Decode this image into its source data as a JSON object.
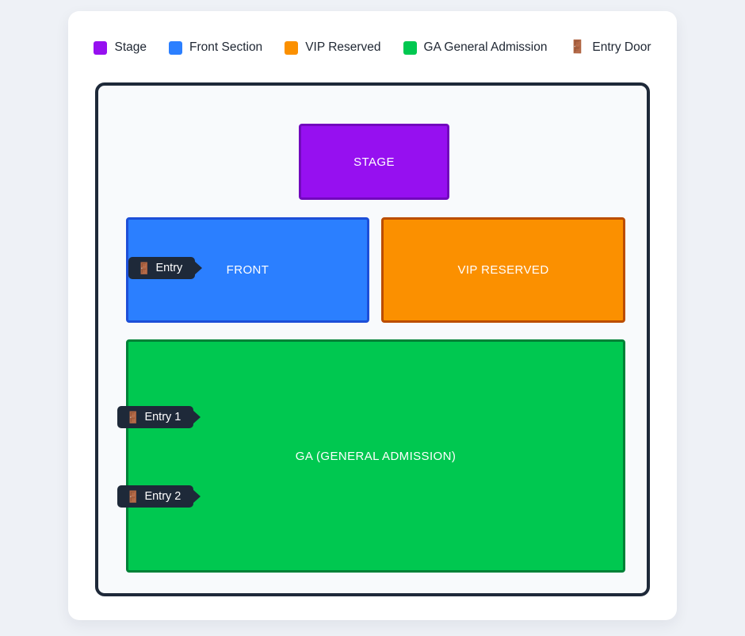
{
  "legend": {
    "items": [
      {
        "label": "Stage",
        "color": "#9610f0",
        "icon": "color-swatch"
      },
      {
        "label": "Front Section",
        "color": "#2b7fff",
        "icon": "color-swatch"
      },
      {
        "label": "VIP Reserved",
        "color": "#fb9000",
        "icon": "color-swatch"
      },
      {
        "label": "GA General Admission",
        "color": "#00c850",
        "icon": "color-swatch"
      },
      {
        "label": "Entry Door",
        "color": "#1f2733",
        "icon": "door-icon",
        "glyph": "🚪"
      }
    ]
  },
  "venue": {
    "border_color": "#1e2939",
    "background": "#f8fafc",
    "sections": [
      {
        "id": "stage",
        "label": "STAGE",
        "fill": "#9610f0",
        "stroke": "#7209bd"
      },
      {
        "id": "front",
        "label": "FRONT",
        "fill": "#2b7fff",
        "stroke": "#1d4fd8"
      },
      {
        "id": "vip",
        "label": "VIP RESERVED",
        "fill": "#fb9000",
        "stroke": "#bb4d00"
      },
      {
        "id": "ga",
        "label": "GA (GENERAL ADMISSION)",
        "fill": "#00c850",
        "stroke": "#008137"
      }
    ],
    "entries": [
      {
        "id": "entry",
        "label": "Entry",
        "glyph": "🚪"
      },
      {
        "id": "entry-1",
        "label": "Entry 1",
        "glyph": "🚪"
      },
      {
        "id": "entry-2",
        "label": "Entry 2",
        "glyph": "🚪"
      }
    ]
  },
  "theme": {
    "page_background": "#eef1f6",
    "card_background": "#ffffff",
    "badge_background": "#1e2939"
  }
}
